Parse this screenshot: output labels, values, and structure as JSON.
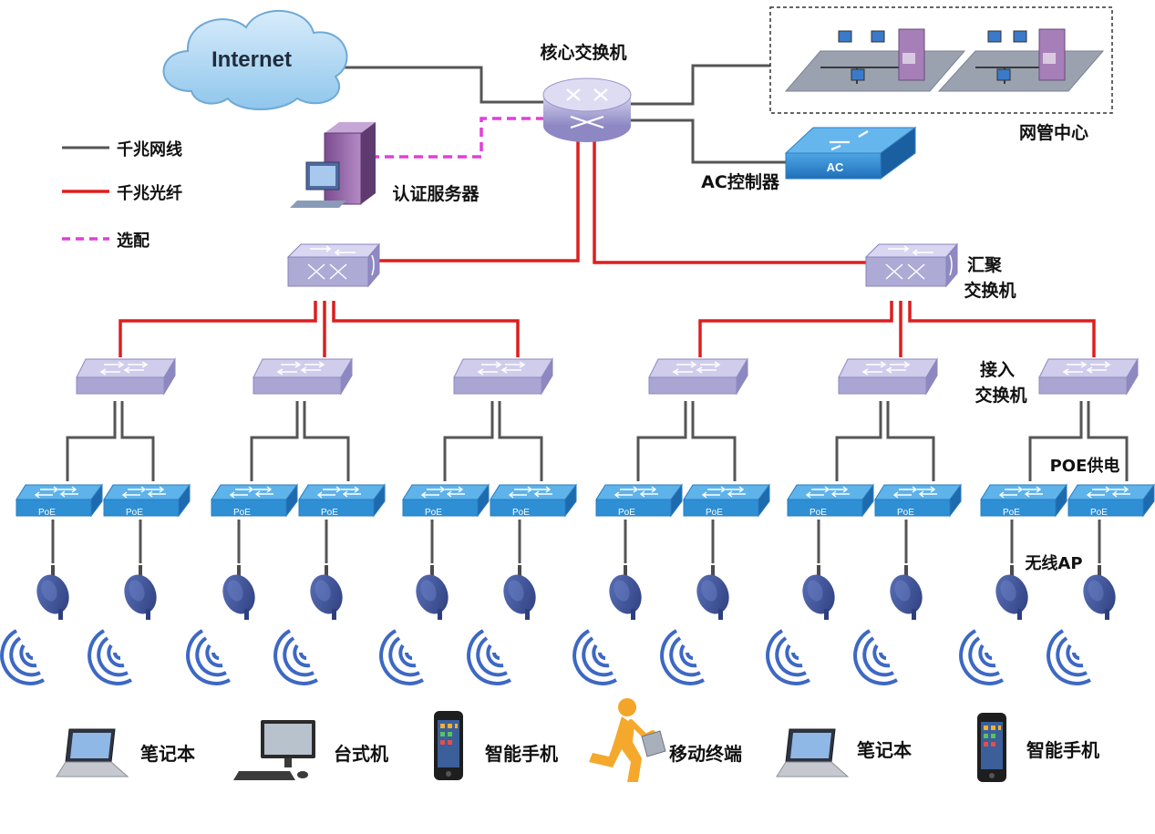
{
  "labels": {
    "internet": "Internet",
    "core_switch": "核心交换机",
    "nms_center": "网管中心",
    "auth_server": "认证服务器",
    "ac_controller": "AC控制器",
    "ac_device": "AC",
    "agg_switch_line1": "汇聚",
    "agg_switch_line2": "交换机",
    "access_switch_line1": "接入",
    "access_switch_line2": "交换机",
    "poe_power": "POE供电",
    "wireless_ap": "无线AP",
    "poe_badge": "PoE"
  },
  "legend": [
    {
      "label": "千兆网线",
      "style": "gigabit-cable",
      "color": "#555555"
    },
    {
      "label": "千兆光纤",
      "style": "gigabit-fiber",
      "color": "#dd1e1e"
    },
    {
      "label": "选配",
      "style": "optional",
      "color": "#e040d8"
    }
  ],
  "terminals": [
    {
      "label": "笔记本",
      "icon": "laptop-icon"
    },
    {
      "label": "台式机",
      "icon": "desktop-icon"
    },
    {
      "label": "智能手机",
      "icon": "smartphone-icon"
    },
    {
      "label": "移动终端",
      "icon": "mobile-user-icon"
    },
    {
      "label": "笔记本",
      "icon": "laptop-icon"
    },
    {
      "label": "智能手机",
      "icon": "smartphone-icon"
    }
  ],
  "colors": {
    "cable": "#555555",
    "fiber": "#dd1e1e",
    "optional": "#e040d8",
    "switch_purple": "#b4b0d8",
    "poe_blue": "#2f8fd4",
    "ap_blue": "#3b4f95",
    "cloud": "#aad4f0"
  }
}
